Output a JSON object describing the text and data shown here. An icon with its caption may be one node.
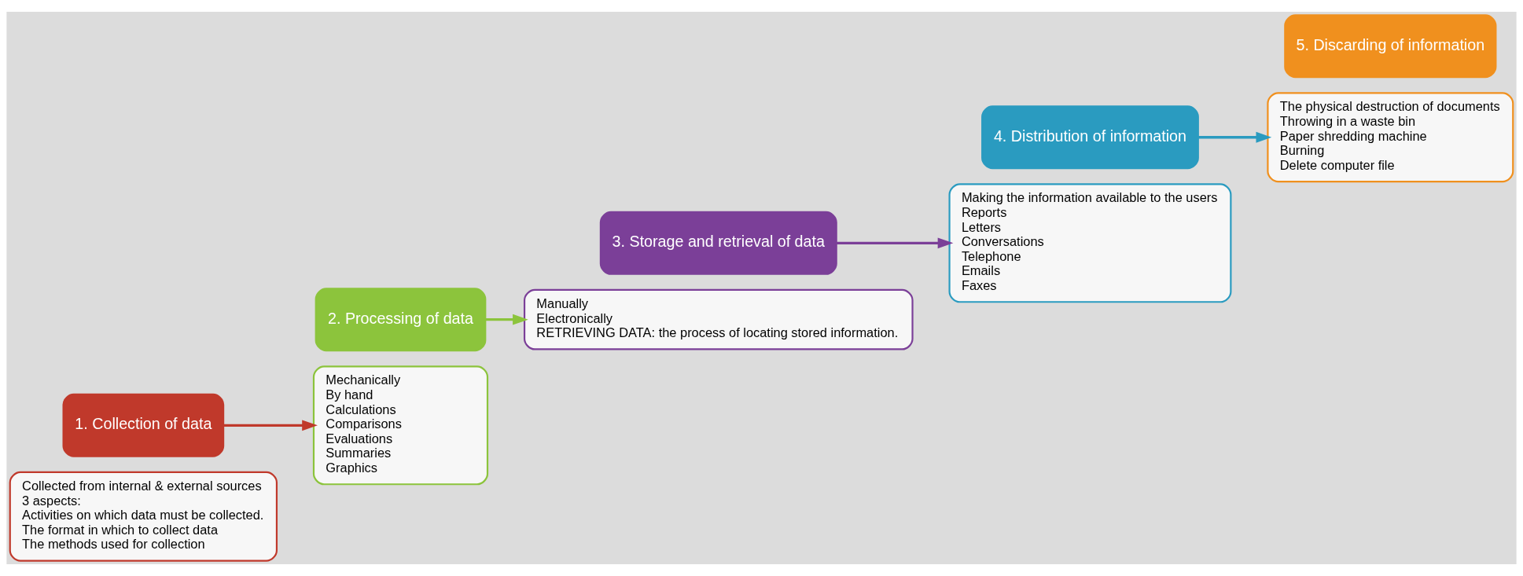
{
  "diagram": {
    "nodes": [
      {
        "text": [
          "Collected from internal & external sources",
          "3 aspects:",
          "Activities on which data must be collected.",
          "The format in which to collect data",
          "The methods used for collection"
        ]
      },
      {
        "text": [
          "1. Collection of data"
        ]
      },
      {
        "text": [
          "2. Processing of data"
        ]
      },
      {
        "text": [
          "Mechanically",
          "By hand",
          "Calculations",
          "Comparisons",
          "Evaluations",
          "Summaries",
          "Graphics"
        ]
      },
      {
        "text": [
          "Manually",
          "Electronically",
          "RETRIEVING DATA: the process of locating stored information."
        ]
      },
      {
        "text": [
          "3. Storage and retrieval of data"
        ]
      },
      {
        "text": [
          "4. Distribution of information"
        ]
      },
      {
        "text": [
          "Making the information available to the users",
          "Reports",
          "Letters",
          "Conversations",
          "Telephone",
          "Emails",
          "Faxes"
        ]
      },
      {
        "text": [
          "The physical destruction of documents",
          "Throwing in a waste bin",
          "Paper shredding machine",
          "Burning",
          "Delete computer file"
        ]
      },
      {
        "text": [
          "5. Discarding of information"
        ]
      }
    ],
    "edges": [
      {
        "from": 1,
        "to": 3,
        "arrow": "to",
        "color": "#c0392b"
      },
      {
        "from": 2,
        "to": 4,
        "arrow": "to",
        "color": "#8cc43c"
      },
      {
        "from": 5,
        "to": 7,
        "arrow": "to",
        "color": "#7b3f98"
      },
      {
        "from": 6,
        "to": 8,
        "arrow": "to",
        "color": "#2a9bc0"
      }
    ]
  }
}
